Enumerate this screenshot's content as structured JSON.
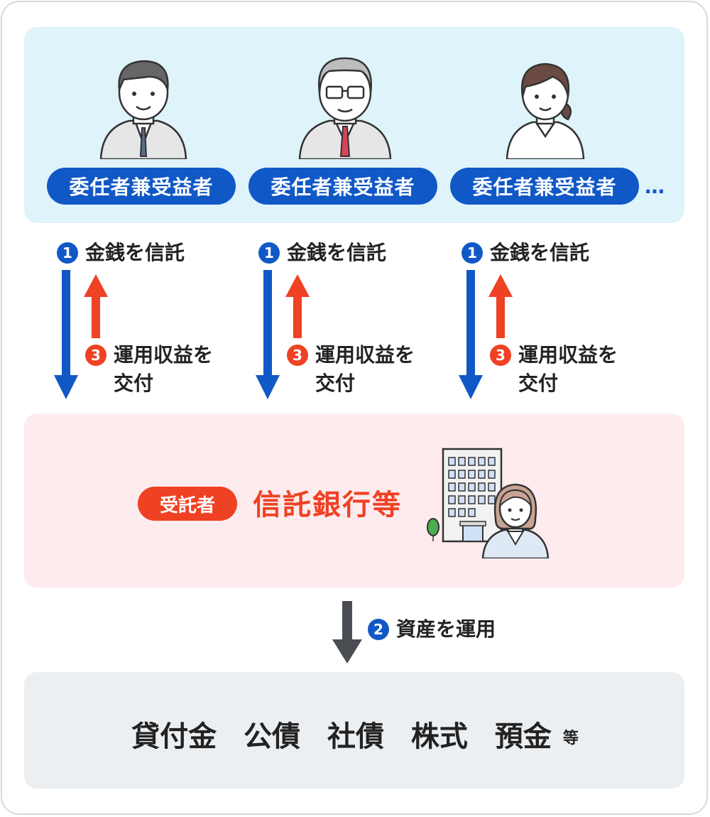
{
  "settlors": [
    {
      "label": "委任者兼受益者",
      "icon": "young-man-icon"
    },
    {
      "label": "委任者兼受益者",
      "icon": "senior-man-icon"
    },
    {
      "label": "委任者兼受益者",
      "icon": "woman-icon"
    }
  ],
  "settlors_more": "…",
  "flows": [
    {
      "step1": "1",
      "money_label": "金銭を信託",
      "step3": "3",
      "return_label_1": "運用収益を",
      "return_label_2": "交付"
    },
    {
      "step1": "1",
      "money_label": "金銭を信託",
      "step3": "3",
      "return_label_1": "運用収益を",
      "return_label_2": "交付"
    },
    {
      "step1": "1",
      "money_label": "金銭を信託",
      "step3": "3",
      "return_label_1": "運用収益を",
      "return_label_2": "交付"
    }
  ],
  "trustee": {
    "badge": "受託者",
    "name": "信託銀行等"
  },
  "invest": {
    "step": "2",
    "label": "資産を運用"
  },
  "assets": [
    "貸付金",
    "公債",
    "社債",
    "株式",
    "預金"
  ],
  "assets_etc": "等",
  "colors": {
    "blue": "#1158c7",
    "red": "#ef4123",
    "dark_arrow": "#4a4d51",
    "top_panel": "#dff3fb",
    "mid_panel": "#fdebee",
    "bottom_panel": "#eceff2"
  }
}
